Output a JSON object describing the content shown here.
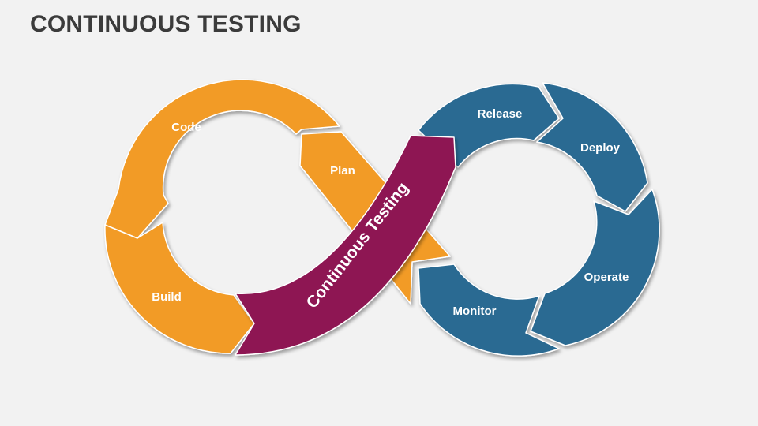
{
  "title": "CONTINUOUS TESTING",
  "center_label": "Continuous Testing",
  "left_loop": {
    "color": "#f29b26",
    "stages": [
      {
        "label": "Code"
      },
      {
        "label": "Plan"
      },
      {
        "label": "Build"
      }
    ]
  },
  "right_loop": {
    "color": "#2a6a92",
    "stages": [
      {
        "label": "Release"
      },
      {
        "label": "Deploy"
      },
      {
        "label": "Operate"
      },
      {
        "label": "Monitor"
      }
    ]
  },
  "band_color": "#8e1452"
}
